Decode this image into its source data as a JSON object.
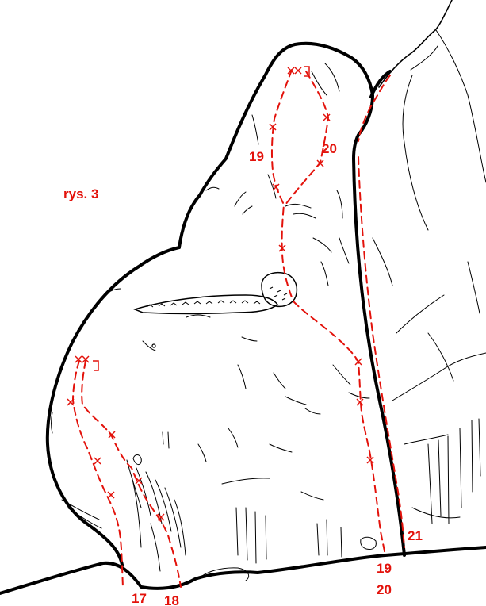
{
  "figure_label": "rys. 3",
  "route_labels": {
    "r17": "17",
    "r18": "18",
    "r19_upper": "19",
    "r20_upper": "20",
    "r19_lower": "19",
    "r20_lower": "20",
    "r21": "21"
  },
  "colors": {
    "route": "#e3120b",
    "outline": "#000000",
    "background": "#ffffff"
  }
}
